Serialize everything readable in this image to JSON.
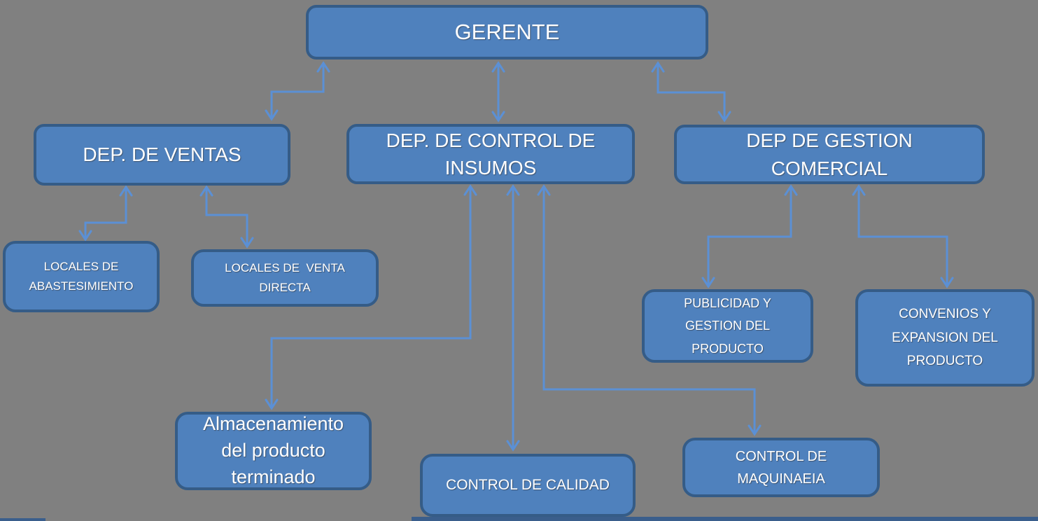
{
  "canvas": {
    "background_color": "#808080"
  },
  "style": {
    "node_fill_color": "#4F81BD",
    "node_border_color": "#355C87",
    "connector_color": "#5B90D5",
    "text_color": "#FFFFFF"
  },
  "nodes": {
    "gerente": {
      "label": "GERENTE"
    },
    "dep_ventas": {
      "label": "DEP. DE VENTAS"
    },
    "dep_control_insumos": {
      "label": "DEP. DE CONTROL DE\nINSUMOS"
    },
    "dep_gestion_comercial": {
      "label": "DEP DE GESTION\nCOMERCIAL"
    },
    "locales_abastesimiento": {
      "label": "LOCALES DE\nABASTESIMIENTO"
    },
    "locales_venta_directa": {
      "label": "LOCALES DE  VENTA\nDIRECTA"
    },
    "publicidad_gestion_producto": {
      "label": "PUBLICIDAD Y\nGESTION DEL\nPRODUCTO"
    },
    "convenios_expansion_producto": {
      "label": "CONVENIOS Y\nEXPANSION DEL\nPRODUCTO"
    },
    "almacenamiento_producto": {
      "label": "Almacenamiento\ndel producto\nterminado"
    },
    "control_calidad": {
      "label": "CONTROL DE CALIDAD"
    },
    "control_maquinaeia": {
      "label": "CONTROL DE\nMAQUINAEIA"
    }
  },
  "edges": [
    {
      "from": "gerente",
      "to": "dep_ventas",
      "style": "elbow",
      "arrows": "both"
    },
    {
      "from": "gerente",
      "to": "dep_control_insumos",
      "style": "straight",
      "arrows": "both"
    },
    {
      "from": "gerente",
      "to": "dep_gestion_comercial",
      "style": "elbow",
      "arrows": "both"
    },
    {
      "from": "dep_ventas",
      "to": "locales_abastesimiento",
      "style": "elbow",
      "arrows": "both"
    },
    {
      "from": "dep_ventas",
      "to": "locales_venta_directa",
      "style": "elbow",
      "arrows": "both"
    },
    {
      "from": "dep_control_insumos",
      "to": "almacenamiento_producto",
      "style": "elbow",
      "arrows": "both"
    },
    {
      "from": "dep_control_insumos",
      "to": "control_calidad",
      "style": "straight",
      "arrows": "both"
    },
    {
      "from": "dep_control_insumos",
      "to": "control_maquinaeia",
      "style": "elbow",
      "arrows": "both"
    },
    {
      "from": "dep_gestion_comercial",
      "to": "publicidad_gestion_producto",
      "style": "elbow",
      "arrows": "both"
    },
    {
      "from": "dep_gestion_comercial",
      "to": "convenios_expansion_producto",
      "style": "elbow",
      "arrows": "both"
    }
  ]
}
